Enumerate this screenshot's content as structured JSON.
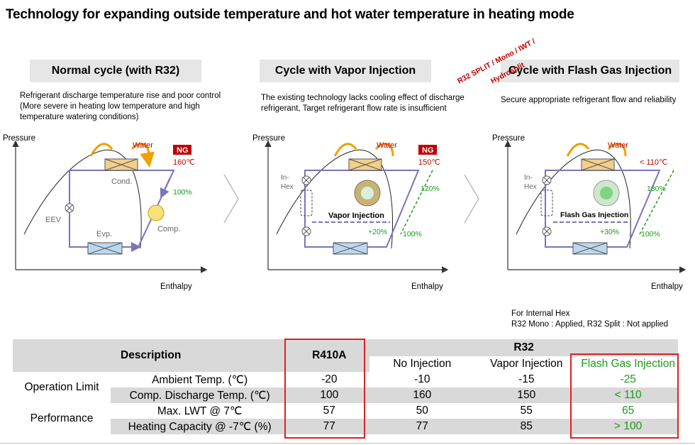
{
  "title": "Technology for expanding outside temperature and hot water temperature in heating mode",
  "red_tag": {
    "line1": "R32 SPLIT / Mono / IWT /",
    "line2": "Hydrosplit"
  },
  "panels": [
    {
      "heading": "Normal cycle (with R32)",
      "description": [
        "Refrigerant discharge temperature rise and poor control",
        "(More severe in heating low temperature and high",
        "temperature watering conditions)"
      ],
      "y_axis": "Pressure",
      "x_axis": "Enthalpy",
      "labels": {
        "water": "Water",
        "ng": "NG",
        "temp": "160℃",
        "pct": "100%",
        "cond": "Cond.",
        "eev": "EEV",
        "evp": "Evp.",
        "comp": "Comp."
      }
    },
    {
      "heading": "Cycle with Vapor Injection",
      "description": [
        "The existing technology lacks cooling effect of discharge",
        "refrigerant, Target refrigerant flow rate is insufficient"
      ],
      "y_axis": "Pressure",
      "x_axis": "Enthalpy",
      "labels": {
        "water": "Water",
        "ng": "NG",
        "temp": "150℃",
        "inhex": "In-",
        "inhex2": "Hex",
        "inj": "Vapor Injection",
        "plus": "+20%",
        "pct": "100%",
        "pct2": "120%"
      }
    },
    {
      "heading": "Cycle with Flash Gas Injection",
      "description": [
        "Secure appropriate refrigerant flow and reliability"
      ],
      "y_axis": "Pressure",
      "x_axis": "Enthalpy",
      "labels": {
        "water": "Water",
        "temp": "< 110℃",
        "inhex": "In-",
        "inhex2": "Hex",
        "inj": "Flash Gas Injection",
        "plus": "+30%",
        "pct": "100%",
        "pct2": "130%"
      }
    }
  ],
  "note": {
    "line1": "For Internal Hex",
    "line2": "R32 Mono : Applied, R32 Split : Not applied"
  },
  "table": {
    "description_header": "Description",
    "r410a_header": "R410A",
    "r32_header": "R32",
    "sub_headers": [
      "No Injection",
      "Vapor Injection",
      "Flash Gas Injection"
    ],
    "groups": [
      "Operation Limit",
      "Performance"
    ],
    "rows": [
      {
        "label": "Ambient Temp. (℃)",
        "r410a": "-20",
        "no": "-10",
        "vapor": "-15",
        "flash": "-25"
      },
      {
        "label": "Comp. Discharge Temp. (℃)",
        "r410a": "100",
        "no": "160",
        "vapor": "150",
        "flash": "< 110"
      },
      {
        "label": "Max. LWT @ 7℃",
        "r410a": "57",
        "no": "50",
        "vapor": "55",
        "flash": "65"
      },
      {
        "label": "Heating Capacity @ -7℃ (%)",
        "r410a": "77",
        "no": "77",
        "vapor": "85",
        "flash": "> 100"
      }
    ]
  },
  "colors": {
    "cycle": "#7a74b8",
    "accent": "#f0a000",
    "ng": "#c00000",
    "green": "#1a9a1a",
    "frame": "#e02020"
  }
}
